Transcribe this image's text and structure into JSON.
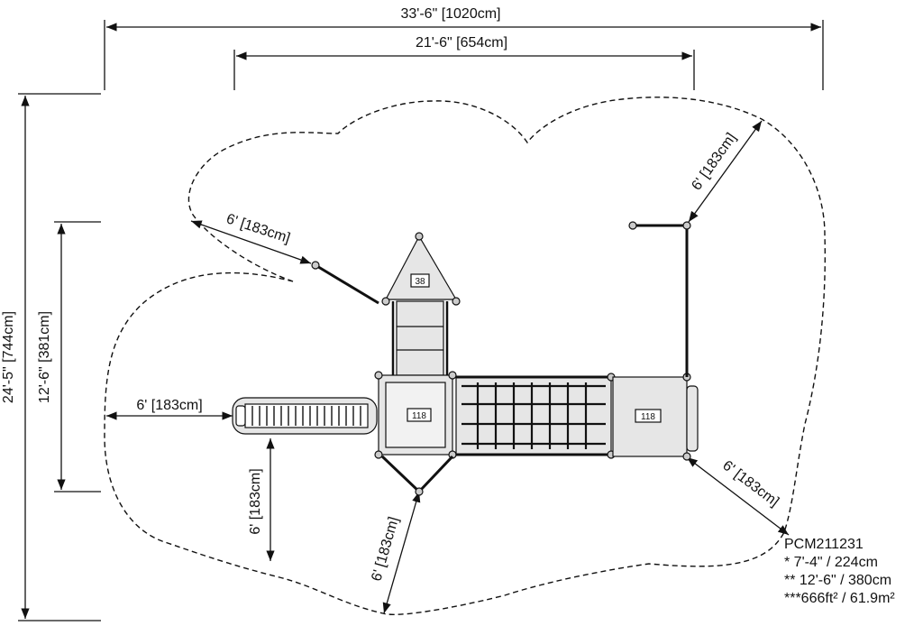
{
  "dimensions": {
    "overall_width": "33'-6\" [1020cm]",
    "structure_width": "21'-6\" [654cm]",
    "overall_depth": "24'-5\" [744cm]",
    "structure_depth": "12'-6\" [381cm]",
    "clearance_upper_left": "6' [183cm]",
    "clearance_upper_right": "6' [183cm]",
    "clearance_left": "6' [183cm]",
    "clearance_slide_bottom": "6' [183cm]",
    "clearance_bottom": "6' [183cm]",
    "clearance_lower_right": "6' [183cm]"
  },
  "decks": {
    "tower_label": "38",
    "left_deck_label": "118",
    "right_deck_label": "118"
  },
  "spec": {
    "model": "PCM211231",
    "line1": "* 7'-4\" / 224cm",
    "line2": "** 12'-6\" / 380cm",
    "line3": "***666ft² / 61.9m²"
  }
}
